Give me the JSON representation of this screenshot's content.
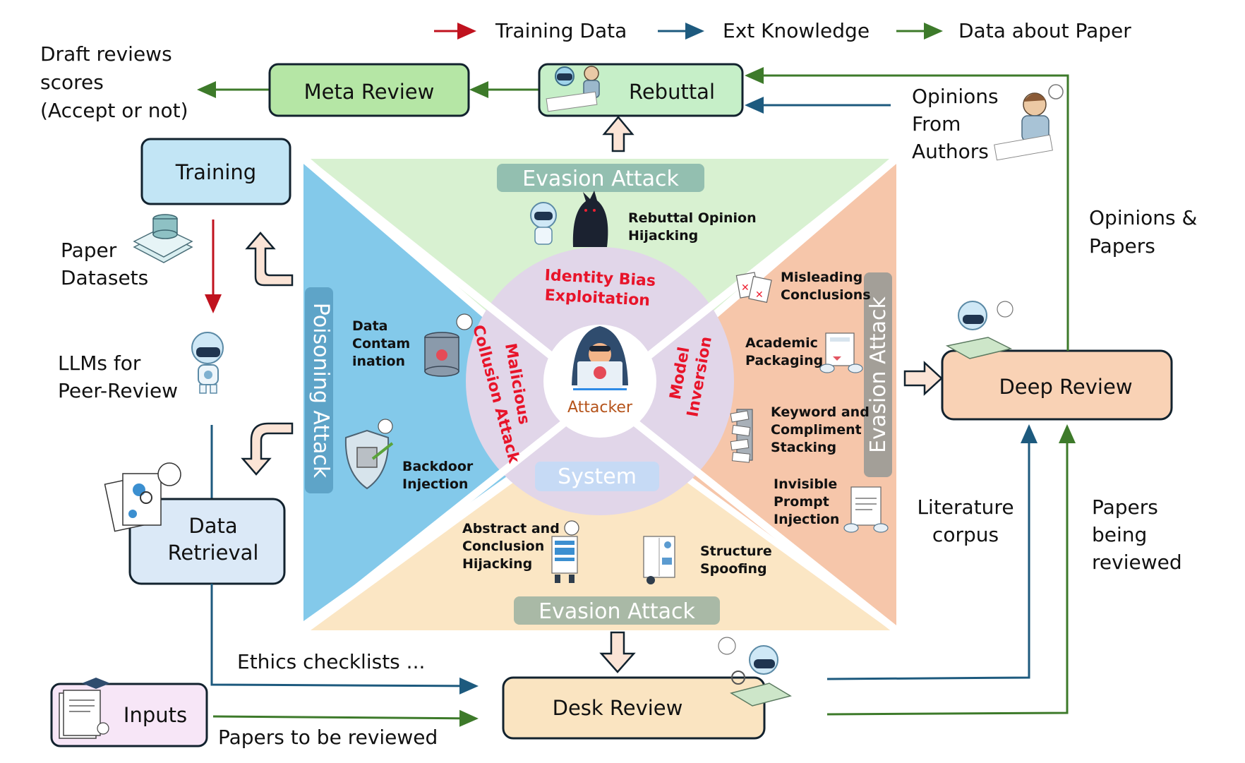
{
  "legend": {
    "items": [
      {
        "label": "Training Data",
        "color": "#c0121e"
      },
      {
        "label": "Ext Knowledge",
        "color": "#1d5a7e"
      },
      {
        "label": "Data about Paper",
        "color": "#3d7a2a"
      }
    ]
  },
  "outputs": {
    "draft_line1": "Draft reviews",
    "draft_line2": "scores",
    "draft_line3": "(Accept or not)"
  },
  "boxes": {
    "meta_review": "Meta Review",
    "rebuttal": "Rebuttal",
    "training": "Training",
    "data_retrieval_line1": "Data",
    "data_retrieval_line2": "Retrieval",
    "inputs": "Inputs",
    "desk_review": "Desk Review",
    "deep_review": "Deep Review"
  },
  "labels": {
    "opinions_from_authors": [
      "Opinions",
      "From",
      "Authors"
    ],
    "opinions_papers": [
      "Opinions &",
      "Papers"
    ],
    "paper_datasets": [
      "Paper",
      "Datasets"
    ],
    "llms_peer_review": [
      "LLMs for",
      "Peer-Review"
    ],
    "literature_corpus": [
      "Literature",
      "corpus"
    ],
    "papers_being_reviewed": [
      "Papers",
      "being",
      "reviewed"
    ],
    "ethics_checklists": "Ethics checklists  ...",
    "papers_to_be_reviewed": "Papers to be reviewed"
  },
  "center": {
    "attacker": "Attacker",
    "system": "System",
    "ring": {
      "top": [
        "Identity Bias",
        "Exploitation"
      ],
      "left": [
        "Malicious",
        "Collusion Attack"
      ],
      "right": [
        "Model",
        "Inversion"
      ]
    },
    "top_sector": {
      "band": "Evasion Attack",
      "items": [
        {
          "lines": [
            "Rebuttal   Opinion",
            "Hijacking"
          ]
        }
      ]
    },
    "left_sector": {
      "band": "Poisoning Attack",
      "items": [
        {
          "lines": [
            "Data",
            "Contam",
            "ination"
          ]
        },
        {
          "lines": [
            "Backdoor",
            "Injection"
          ]
        }
      ]
    },
    "right_sector": {
      "band": "Evasion Attack",
      "items": [
        {
          "lines": [
            "Misleading",
            "Conclusions"
          ]
        },
        {
          "lines": [
            "Academic",
            "Packaging"
          ]
        },
        {
          "lines": [
            "Keyword and",
            "Compliment",
            "Stacking"
          ]
        },
        {
          "lines": [
            "Invisible",
            "Prompt",
            "Injection"
          ]
        }
      ]
    },
    "bottom_sector": {
      "band": "Evasion Attack",
      "items": [
        {
          "lines": [
            "Abstract and",
            "Conclusion",
            "Hijacking"
          ]
        },
        {
          "lines": [
            "Structure",
            "Spoofing"
          ]
        }
      ]
    }
  },
  "colors": {
    "red_arrow": "#c0121e",
    "blue_arrow": "#1d5a7e",
    "green_arrow": "#3d7a2a",
    "sector_top": "#d8f1d1",
    "sector_left": "#83c9ea",
    "sector_right": "#f6c6aa",
    "sector_bottom": "#fbe6c4",
    "ring": "#e1d6e9"
  }
}
